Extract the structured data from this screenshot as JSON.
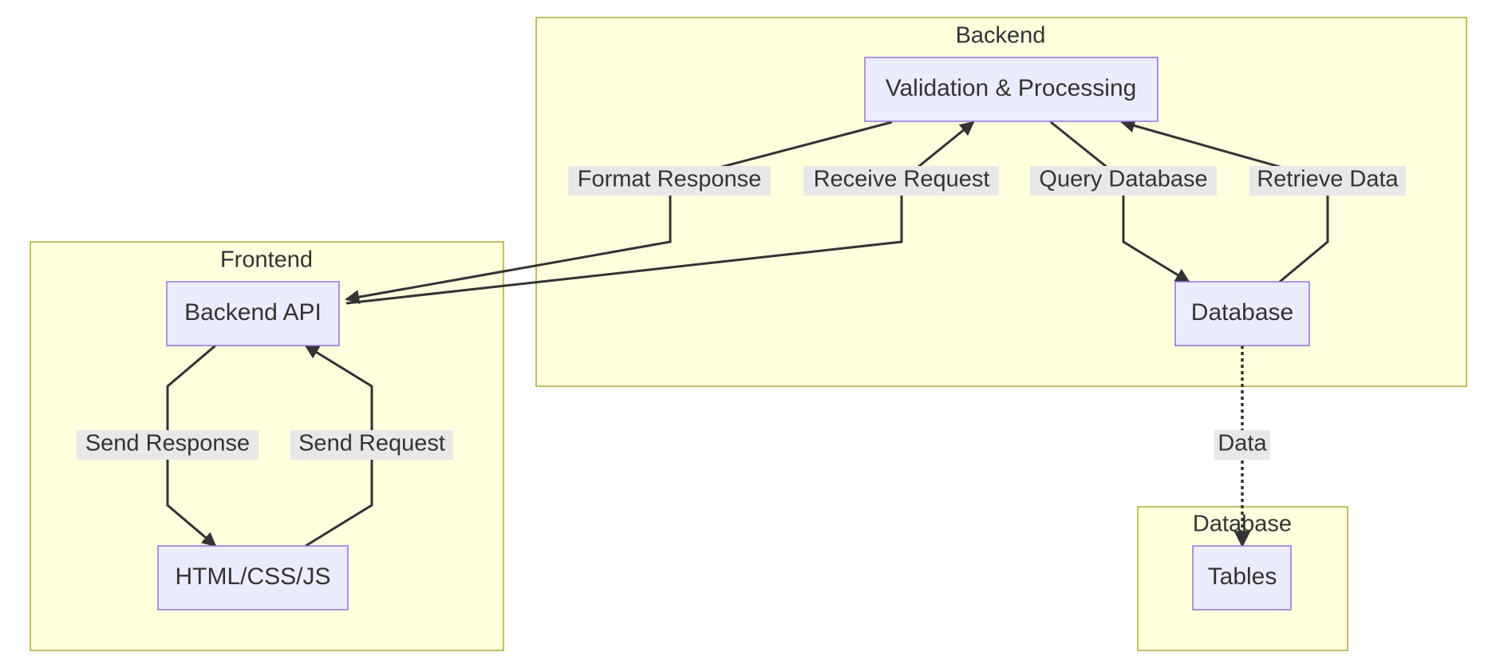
{
  "clusters": {
    "backend": "Backend",
    "frontend": "Frontend",
    "database": "Database"
  },
  "nodes": {
    "validation": "Validation & Processing",
    "backend_api": "Backend API",
    "html_css_js": "HTML/CSS/JS",
    "database": "Database",
    "tables": "Tables"
  },
  "edges": {
    "format_response": "Format Response",
    "receive_request": "Receive Request",
    "query_database": "Query Database",
    "retrieve_data": "Retrieve Data",
    "send_response": "Send Response",
    "send_request": "Send Request",
    "data": "Data"
  },
  "colors": {
    "cluster_fill": "#ffffde",
    "cluster_stroke": "#aaaa33",
    "node_fill": "#ececff",
    "node_stroke": "#9370db",
    "edge": "#333333"
  }
}
